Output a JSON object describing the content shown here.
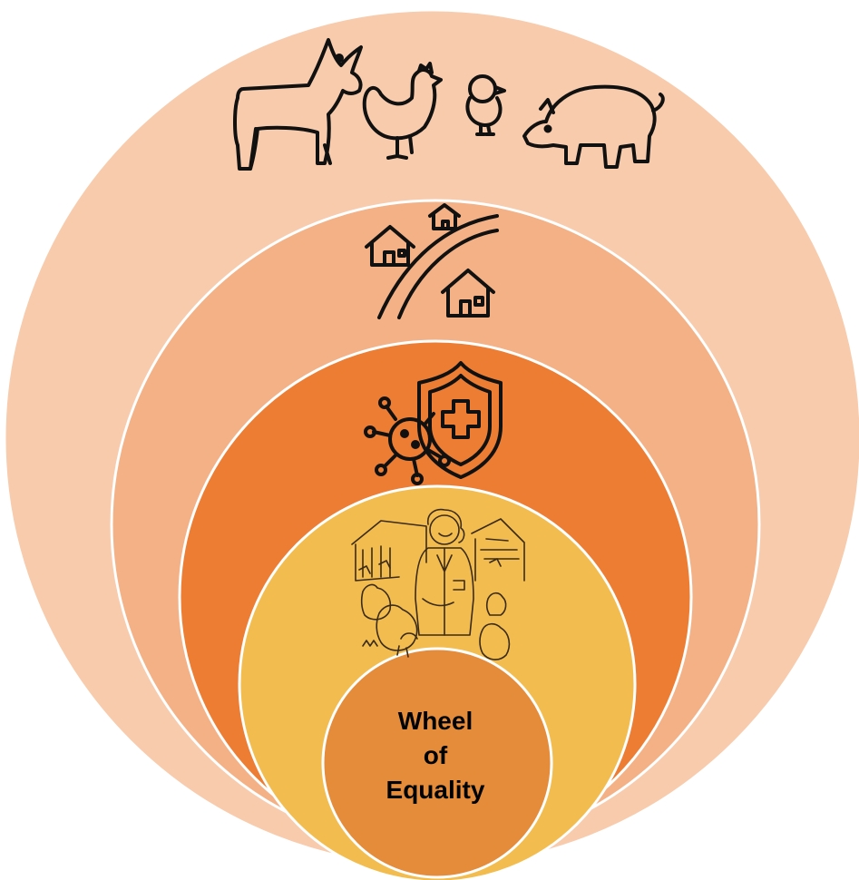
{
  "diagram": {
    "center_label_lines": [
      "Wheel",
      "of",
      "Equality"
    ]
  },
  "colors": {
    "outer_ring": "#f7cbab",
    "second_ring": "#f3b185",
    "third_ring": "#ed7d32",
    "fourth_ring": "#f2bd4e",
    "center": "#e58c3a",
    "separator": "#ffffff",
    "icon_stroke": "#111111"
  },
  "icons": {
    "outer_ring": [
      "goat-icon",
      "hen-icon",
      "chick-icon",
      "pig-icon"
    ],
    "second_ring": [
      "houses-road-icon"
    ],
    "third_ring": [
      "shield-cross-icon",
      "virus-icon"
    ],
    "fourth_ring": [
      "farmer-with-chickens-illustration"
    ]
  }
}
